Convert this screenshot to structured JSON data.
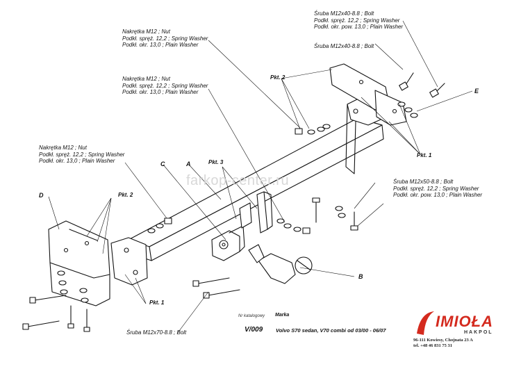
{
  "labels": {
    "top_right_bolt": [
      "Śruba M12x40-8.8 ; Bolt",
      "Podkł. spręż. 12,2 ; Spring Washer",
      "Podkł. okr. pow. 13,0 ; Plain Washer"
    ],
    "top_right_bolt2": [
      "Śruba M12x40-8.8 ; Bolt"
    ],
    "top_nut": [
      "Nakrętka M12 ; Nut",
      "Podkł. spręż. 12,2 ; Spring Washer",
      "Podkł. okr. 13,0 ; Plain Washer"
    ],
    "mid_nut": [
      "Nakrętka M12 ; Nut",
      "Podkł. spręż. 12,2 ; Spring Washer",
      "Podkł. okr. 13,0 ; Plain Washer"
    ],
    "left_nut": [
      "Nakrętka M12 ; Nut",
      "Podkł. spręż. 12,2 ; Spring Washer",
      "Podkł. okr. 13,0 ; Plain Washer"
    ],
    "right_bolt": [
      "Śruba M12x50-8.8 ; Bolt",
      "Podkł. spręż. 12,2 ; Spring Washer",
      "Podkł. okr. pow. 13,0 ; Plain Washer"
    ],
    "bottom_bolt": "Śruba M12x70-8.8 ; Bolt"
  },
  "points": {
    "pkt2_top": "Pkt. 2",
    "pkt1_right": "Pkt. 1",
    "pkt3": "Pkt. 3",
    "pkt2_left": "Pkt. 2",
    "pkt1_bottom": "Pkt. 1"
  },
  "parts": {
    "A": "A",
    "B": "B",
    "C": "C",
    "D": "D",
    "E": "E"
  },
  "watermark": "farkop-center.ru",
  "title_block": {
    "nr_label": "Nr katalogowy",
    "marka_label": "Marka",
    "code": "V/009",
    "model": "Volvo S70 sedan, V70 combi  od 03/00 - 06/07"
  },
  "logo": {
    "name": "IMIOŁA",
    "sub": "HAKPOL",
    "address": [
      "96-111 Kowiesy, Chojnata 23 A",
      "tel. +48 46 831 75 31"
    ]
  },
  "colors": {
    "line": "#111111",
    "logo_red": "#d42a1e",
    "watermark": "#d8d8d8"
  }
}
